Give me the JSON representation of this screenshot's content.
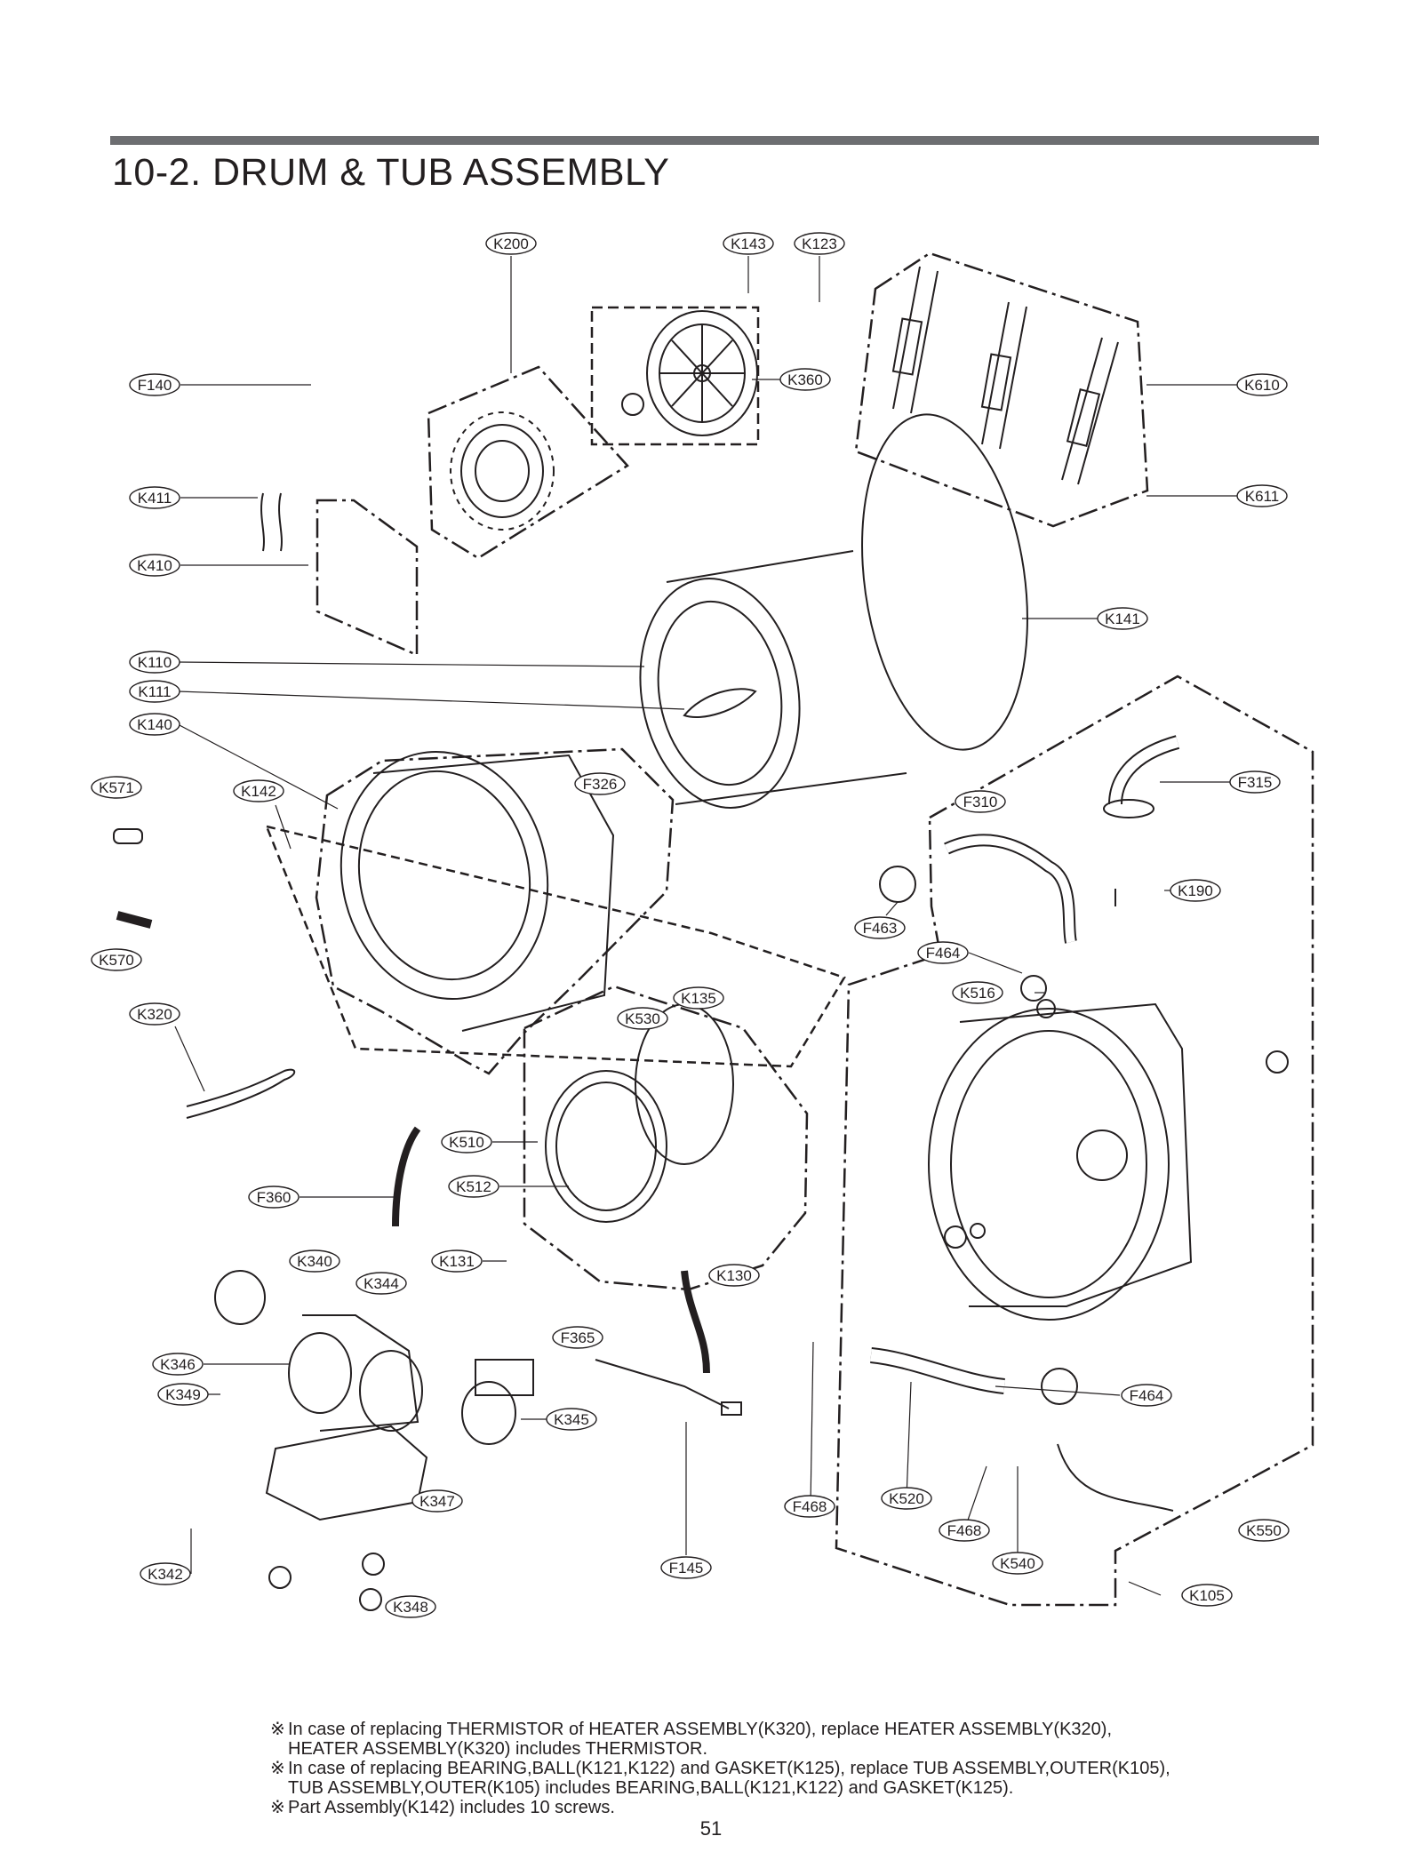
{
  "header": {
    "title": "10-2.  DRUM & TUB ASSEMBLY"
  },
  "diagram": {
    "labels": [
      "K200",
      "K143",
      "K123",
      "F140",
      "K360",
      "K610",
      "K411",
      "K611",
      "K410",
      "K141",
      "K110",
      "K111",
      "K140",
      "K571",
      "K142",
      "F326",
      "F315",
      "F310",
      "K190",
      "F463",
      "F464",
      "K516",
      "K570",
      "K135",
      "K320",
      "K530",
      "K510",
      "K512",
      "F360",
      "K340",
      "K131",
      "K130",
      "K344",
      "F365",
      "K346",
      "K349",
      "K345",
      "F464",
      "K347",
      "K520",
      "F468",
      "F468",
      "K550",
      "K540",
      "K342",
      "F145",
      "K105",
      "K348"
    ]
  },
  "notes": [
    {
      "mark": "※",
      "line1": "In case of replacing THERMISTOR of HEATER ASSEMBLY(K320), replace HEATER ASSEMBLY(K320),",
      "line2": "HEATER ASSEMBLY(K320) includes THERMISTOR."
    },
    {
      "mark": "※",
      "line1": "In case of replacing BEARING,BALL(K121,K122) and GASKET(K125), replace TUB ASSEMBLY,OUTER(K105),",
      "line2": "TUB ASSEMBLY,OUTER(K105) includes BEARING,BALL(K121,K122) and GASKET(K125)."
    },
    {
      "mark": "※",
      "line1": "Part Assembly(K142) includes 10 screws.",
      "line2": ""
    }
  ],
  "footer": {
    "page_number": "51"
  }
}
